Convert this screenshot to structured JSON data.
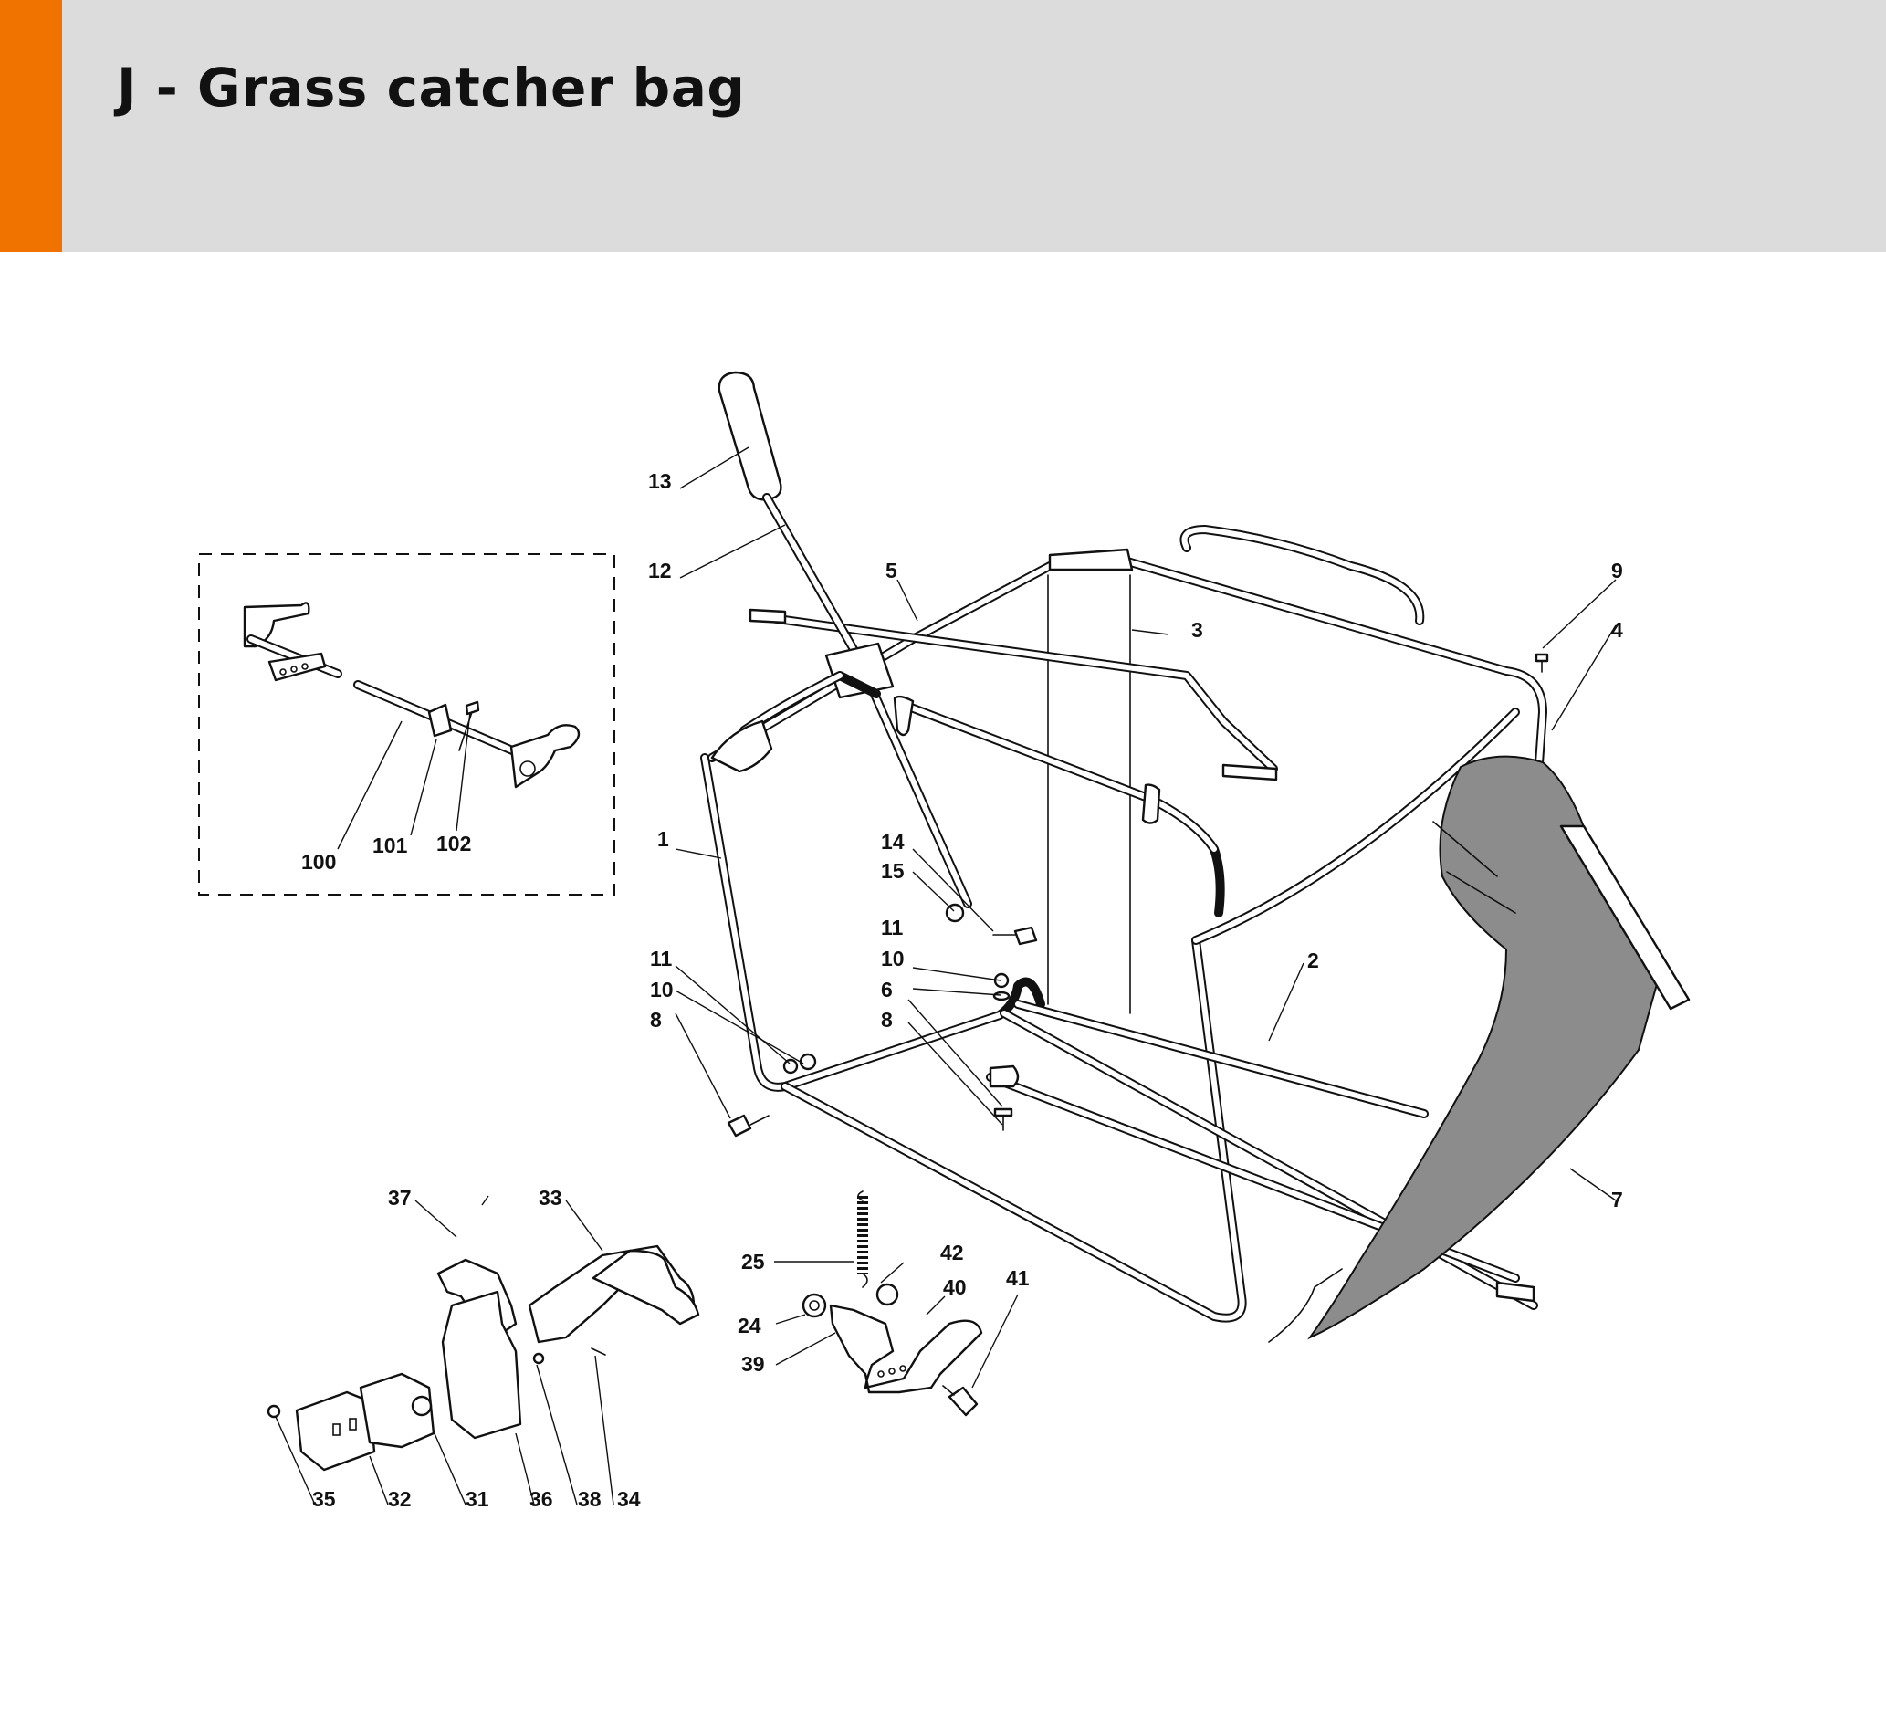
{
  "title": "J - Grass catcher bag",
  "colors": {
    "accent": "#f07300",
    "header_bg": "#dcdcdc",
    "bag": "#8c8c8c"
  },
  "callouts": {
    "p1": "1",
    "p2": "2",
    "p3": "3",
    "p4": "4",
    "p5": "5",
    "p6": "6",
    "p7": "7",
    "p8a": "8",
    "p8b": "8",
    "p9": "9",
    "p10a": "10",
    "p10b": "10",
    "p11a": "11",
    "p11b": "11",
    "p12": "12",
    "p13": "13",
    "p14": "14",
    "p15": "15",
    "p24": "24",
    "p25": "25",
    "p31": "31",
    "p32": "32",
    "p33": "33",
    "p34": "34",
    "p35": "35",
    "p36": "36",
    "p37": "37",
    "p38": "38",
    "p39": "39",
    "p40": "40",
    "p41": "41",
    "p42": "42",
    "p100": "100",
    "p101": "101",
    "p102": "102"
  }
}
